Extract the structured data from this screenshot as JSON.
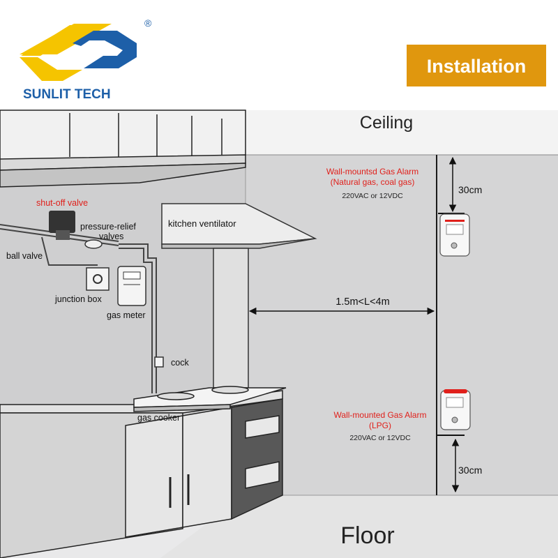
{
  "brand": {
    "name": "SUNLIT TECH",
    "registered": "®",
    "logo_colors": {
      "yellow": "#F5C400",
      "blue": "#1D5FA8"
    }
  },
  "badge": {
    "text": "Installation",
    "color": "#E0970E"
  },
  "room": {
    "ceiling": "Ceiling",
    "floor": "Floor"
  },
  "labels": {
    "shut_off_valve": "shut-off valve",
    "pressure_relief_line1": "pressure-relief",
    "pressure_relief_line2": "valves",
    "ball_valve": "ball valve",
    "junction_box": "junction box",
    "gas_meter": "gas meter",
    "cock": "cock",
    "gas_cooker": "gas cooker",
    "kitchen_ventilator": "kitchen ventilator"
  },
  "alarm_top": {
    "title_line1": "Wall-mountsd Gas Alarm",
    "title_line2": "(Natural gas, coal gas)",
    "power": "220VAC or 12VDC",
    "distance": "30cm"
  },
  "alarm_bottom": {
    "title_line1": "Wall-mounted Gas Alarm",
    "title_line2": "(LPG)",
    "power": "220VAC or 12VDC",
    "distance": "30cm"
  },
  "horizontal_distance": "1.5m<L<4m",
  "colors": {
    "accent_red": "#E0201B",
    "wall": "#D3D3D4",
    "line": "#1A1A1A"
  }
}
